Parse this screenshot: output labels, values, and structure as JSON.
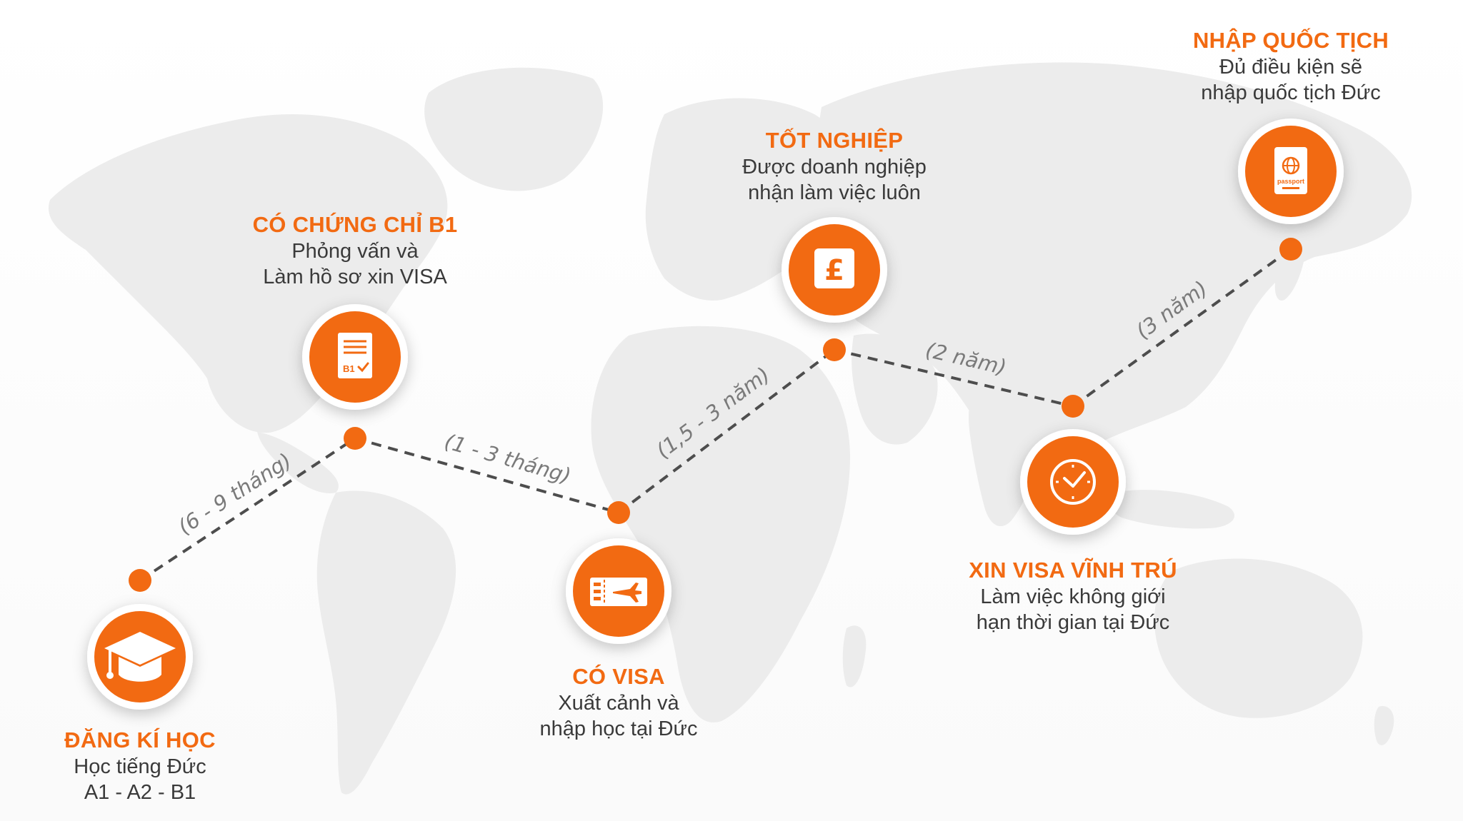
{
  "steps": [
    {
      "title": "ĐĂNG KÍ HỌC",
      "desc_1": "Học tiếng Đức",
      "desc_2": "A1 - A2 - B1",
      "icon": "graduation-cap-icon"
    },
    {
      "title": "CÓ CHỨNG CHỈ B1",
      "desc_1": "Phỏng vấn và",
      "desc_2": "Làm hồ sơ xin VISA",
      "icon": "b1-certificate-icon",
      "icon_label": "B1"
    },
    {
      "title": "CÓ VISA",
      "desc_1": "Xuất cảnh và",
      "desc_2": "nhập học tại Đức",
      "icon": "plane-ticket-icon"
    },
    {
      "title": "TỐT NGHIỆP",
      "desc_1": "Được doanh nghiệp",
      "desc_2": "nhận làm việc luôn",
      "icon": "pound-money-icon",
      "icon_label": "£"
    },
    {
      "title": "XIN VISA VĨNH TRÚ",
      "desc_1": "Làm việc không giới",
      "desc_2": "hạn thời gian tại Đức",
      "icon": "clock-icon"
    },
    {
      "title": "NHẬP QUỐC TỊCH",
      "desc_1": "Đủ điều kiện sẽ",
      "desc_2": "nhập quốc tịch Đức",
      "icon": "passport-icon",
      "icon_label": "passport"
    }
  ],
  "durations": [
    "(6 - 9 tháng)",
    "(1 - 3 tháng)",
    "(1,5 - 3 năm)",
    "(2 năm)",
    "(3 năm)"
  ],
  "colors": {
    "accent": "#f26a12",
    "text": "#3a3a3a",
    "duration": "#7a7a7a",
    "map": "#ececec"
  }
}
